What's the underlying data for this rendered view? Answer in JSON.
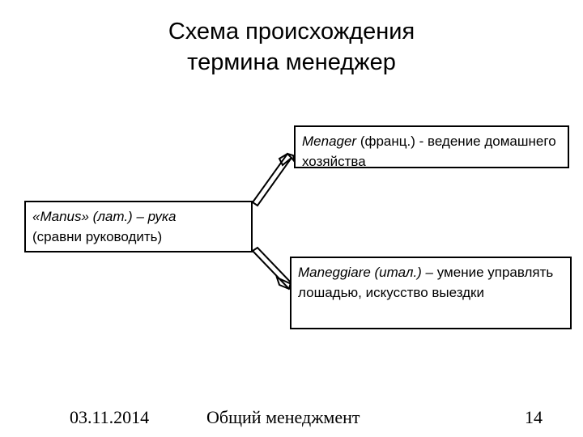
{
  "slide": {
    "title": "Схема происхождения\nтермина менеджер",
    "background_color": "#ffffff",
    "text_color": "#000000",
    "border_color": "#000000"
  },
  "diagram": {
    "type": "flow-diagram",
    "nodes": [
      {
        "id": "manus",
        "name": "source-term",
        "lead": "«Manus» (лат.) – рука",
        "body": "(сравни руководить)"
      },
      {
        "id": "menager",
        "name": "french-term",
        "lead": "Menager",
        "body": " (франц.) - ведение домашнего хозяйства"
      },
      {
        "id": "maneggiare",
        "name": "italian-term",
        "lead": "Maneggiare (итал.) –",
        "body": " умение управлять лошадью, искусство выездки"
      }
    ],
    "connectors": [
      {
        "from": "manus",
        "to": "menager",
        "style": "open-arrow",
        "direction": "up-right"
      },
      {
        "from": "manus",
        "to": "maneggiare",
        "style": "open-arrow",
        "direction": "down-right"
      }
    ]
  },
  "footer": {
    "date": "03.11.2014",
    "center": "Общий менеджмент",
    "page": "14"
  }
}
